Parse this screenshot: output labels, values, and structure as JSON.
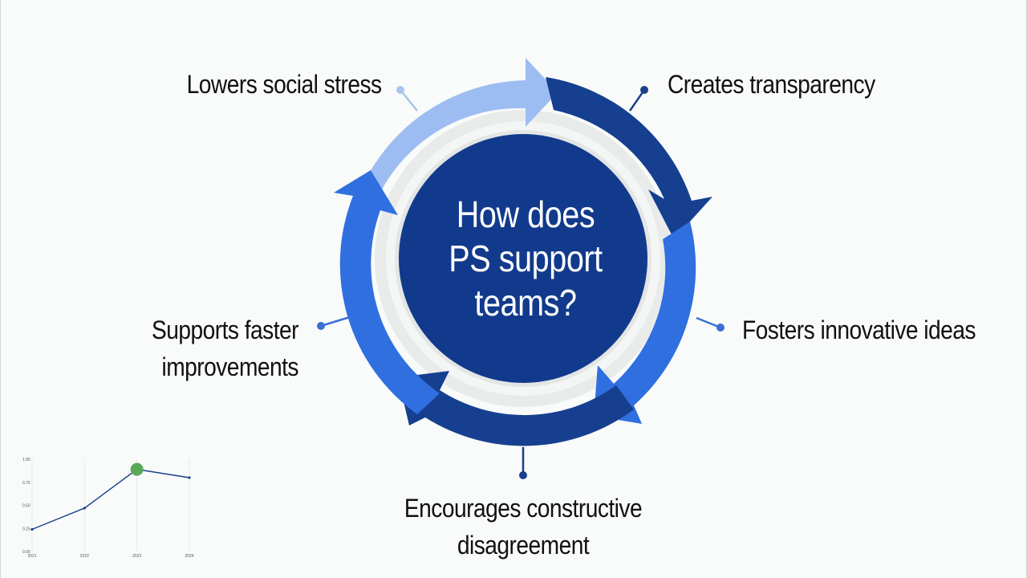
{
  "diagram": {
    "center": {
      "lines": [
        "How does",
        "PS support",
        "teams?"
      ],
      "color": "#123a8c"
    },
    "outcomes": [
      {
        "id": "lowers",
        "lines": [
          "Lowers social stress"
        ]
      },
      {
        "id": "creates",
        "lines": [
          "Creates transparency"
        ]
      },
      {
        "id": "fosters",
        "lines": [
          "Fosters innovative ideas"
        ]
      },
      {
        "id": "encourages",
        "lines": [
          "Encourages constructive",
          "disagreement"
        ]
      },
      {
        "id": "supports",
        "lines": [
          "Supports faster",
          "improvements"
        ]
      }
    ],
    "colors": {
      "dark_blue": "#163f8f",
      "medium_blue": "#2f6fe0",
      "light_blue": "#9dbdf2",
      "ring_grey": "#e3e6e5",
      "connector_light": "#a9c4ee",
      "connector_dark": "#1b3f8a",
      "connector_medium": "#3b6fd6"
    }
  },
  "chart_data": {
    "type": "line",
    "x": [
      "2021",
      "2022",
      "2023",
      "2024"
    ],
    "values": [
      0.24,
      0.47,
      0.89,
      0.8
    ],
    "y_ticks": [
      "0.00",
      "0.25",
      "0.50",
      "0.75",
      "1.00"
    ],
    "ylim": [
      0,
      1
    ],
    "highlight_index": 2,
    "line_color": "#1c3d8c",
    "highlight_color": "#5aa85a"
  }
}
